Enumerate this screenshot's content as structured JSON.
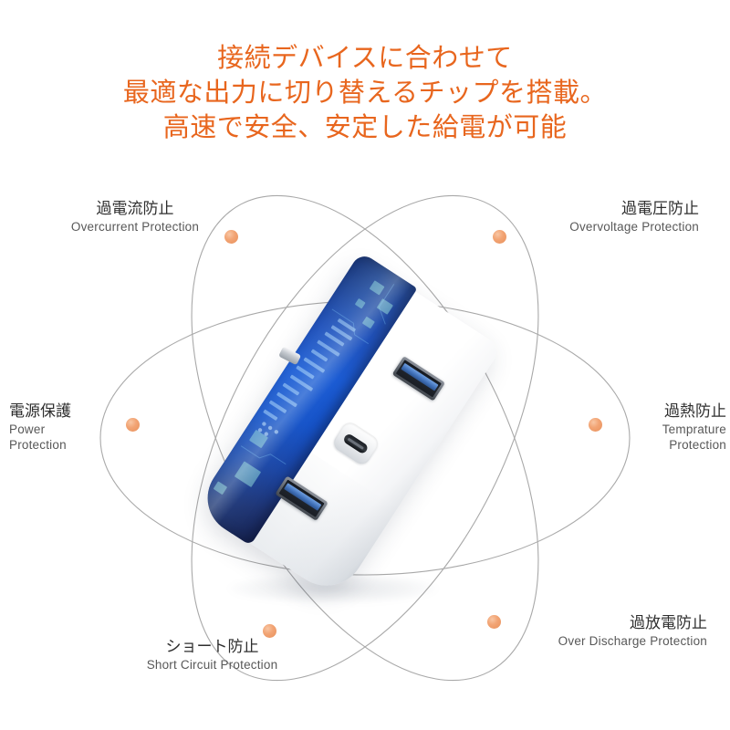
{
  "headline": {
    "lines": [
      "接続デバイスに合わせて",
      "最適な出力に切り替えるチップを搭載。",
      "高速で安全、安定した給電が可能"
    ],
    "color": "#e8661e"
  },
  "colors": {
    "headline_orange": "#e8661e",
    "dot_orange": "#f0a070",
    "orbit_line": "#9a9a9a",
    "label_jp": "#2e2e2e",
    "label_en": "#585858",
    "device_body": "#ffffff",
    "device_face_blue": "#1353cf",
    "background": "#ffffff"
  },
  "features": [
    {
      "id": "overcurrent",
      "jp": "過電流防止",
      "en": "Overcurrent Protection"
    },
    {
      "id": "overvoltage",
      "jp": "過電圧防止",
      "en": "Overvoltage Protection"
    },
    {
      "id": "power",
      "jp": "電源保護",
      "en": "Power\nProtection"
    },
    {
      "id": "temperature",
      "jp": "過熱防止",
      "en": "Temprature\nProtection"
    },
    {
      "id": "short_circuit",
      "jp": "ショート防止",
      "en": "Short Circuit Protection"
    },
    {
      "id": "over_discharge",
      "jp": "過放電防止",
      "en": "Over Discharge Protection"
    }
  ],
  "device": {
    "name": "usb-wall-charger",
    "ports": [
      {
        "type": "usb-a",
        "position": "top"
      },
      {
        "type": "usb-c",
        "position": "middle"
      },
      {
        "type": "usb-a",
        "position": "bottom"
      }
    ]
  }
}
